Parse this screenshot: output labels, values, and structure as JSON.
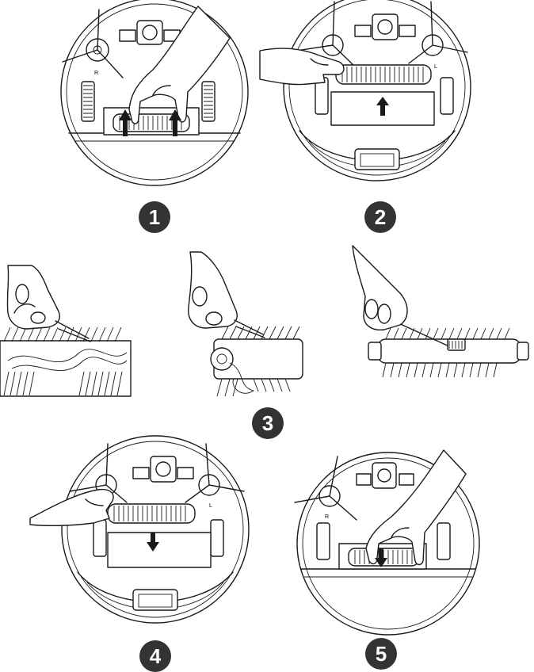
{
  "steps": [
    {
      "number": "1",
      "action": "lift-brush-cover",
      "arrow": "up"
    },
    {
      "number": "2",
      "action": "remove-main-brush",
      "arrow": "up"
    },
    {
      "number": "3",
      "action": "cut-and-clean-hair-from-brush"
    },
    {
      "number": "4",
      "action": "reinstall-main-brush",
      "arrow": "down"
    },
    {
      "number": "5",
      "action": "press-brush-cover-down",
      "arrow": "down"
    }
  ],
  "robot_labels": {
    "right_brush": "R",
    "left_brush": "L"
  },
  "colors": {
    "line": "#1a1a1a",
    "badge_bg": "#333333",
    "badge_text": "#ffffff",
    "background": "#ffffff"
  }
}
